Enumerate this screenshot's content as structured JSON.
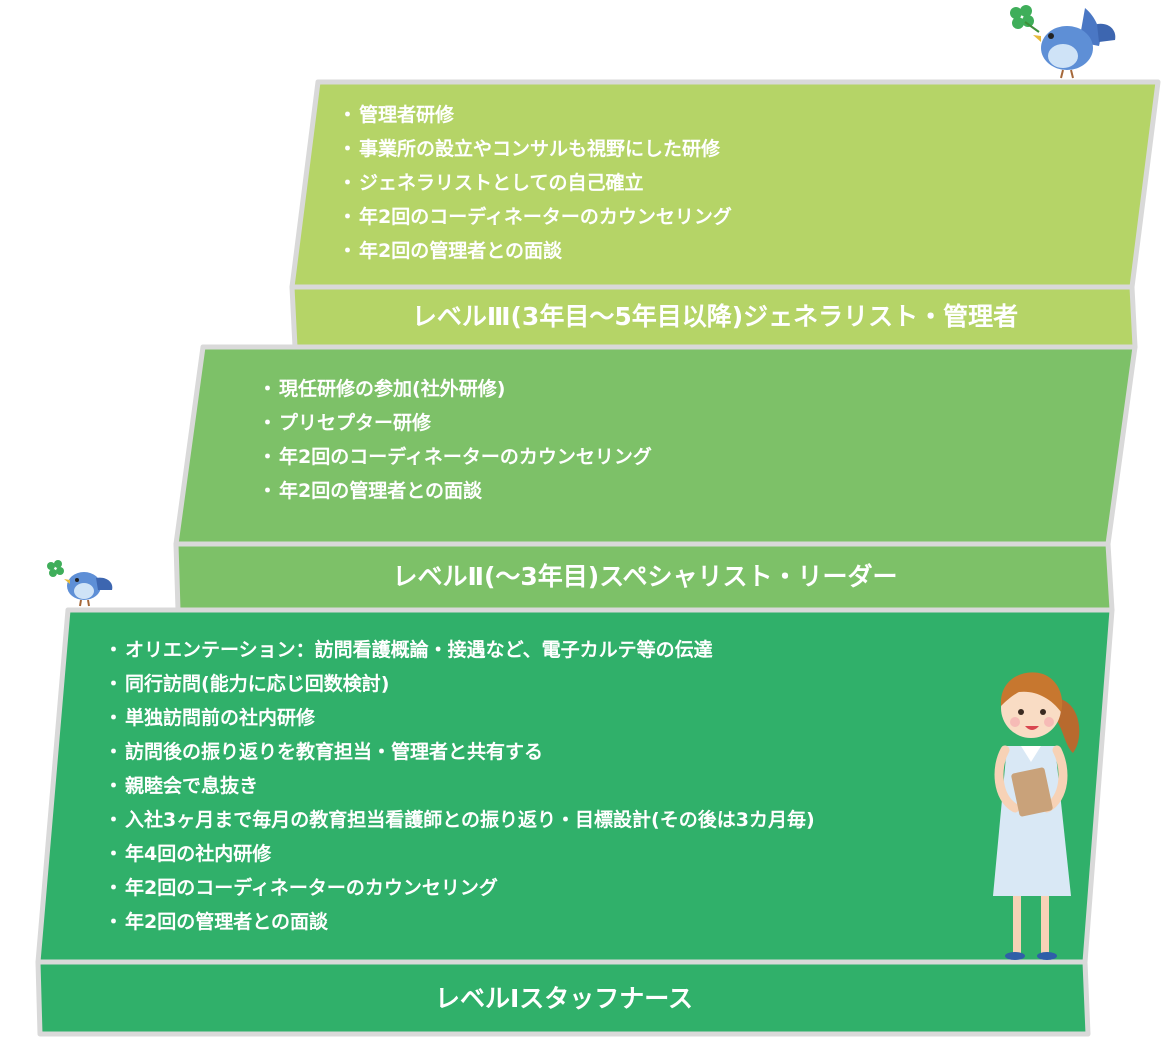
{
  "levels": [
    {
      "title": "レベルⅢ(3年目〜5年目以降)ジェネラリスト・管理者",
      "items": [
        "管理者研修",
        "事業所の設立やコンサルも視野にした研修",
        "ジェネラリストとしての自己確立",
        "年2回のコーディネーターのカウンセリング",
        "年2回の管理者との面談"
      ]
    },
    {
      "title": "レベルⅡ(〜3年目)スペシャリスト・リーダー",
      "items": [
        "現任研修の参加(社外研修)",
        "プリセプター研修",
        "年2回のコーディネーターのカウンセリング",
        "年2回の管理者との面談"
      ]
    },
    {
      "title": "レベルⅠスタッフナース",
      "items": [
        "オリエンテーション：訪問看護概論・接遇など、電子カルテ等の伝達",
        "同行訪問(能力に応じ回数検討)",
        "単独訪問前の社内研修",
        "訪問後の振り返りを教育担当・管理者と共有する",
        "親睦会で息抜き",
        "入社3ヶ月まで毎月の教育担当看護師との振り返り・目標設計(その後は3カ月毎)",
        "年4回の社内研修",
        "年2回のコーディネーターのカウンセリング",
        "年2回の管理者との面談"
      ]
    }
  ],
  "colors": {
    "level3": "#b5d467",
    "level2": "#7dc168",
    "level1": "#30b06a",
    "border": "#d9d9d9",
    "text": "#ffffff"
  },
  "icons": [
    "bird-icon",
    "clover-icon",
    "nurse-illustration"
  ]
}
